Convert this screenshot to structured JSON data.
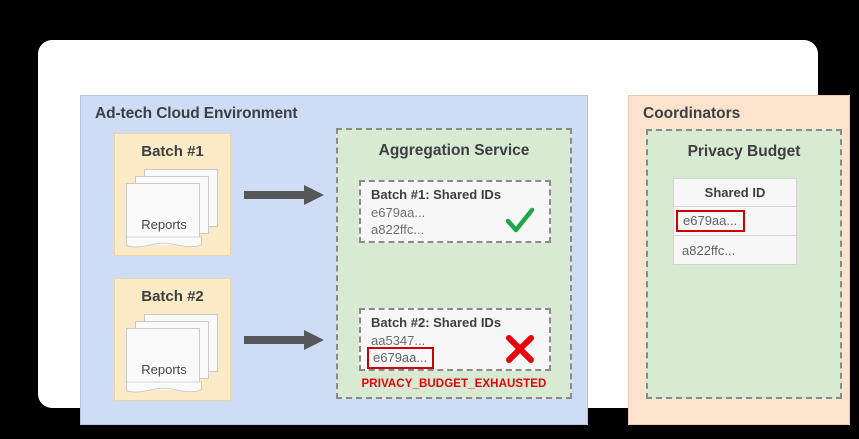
{
  "diagram": {
    "panels": {
      "adtech": {
        "title": "Ad-tech Cloud Environment",
        "color": "#cfdcf5",
        "batches": [
          {
            "title": "Batch #1",
            "doc_label": "Reports"
          },
          {
            "title": "Batch #2",
            "doc_label": "Reports"
          }
        ],
        "aggregation": {
          "title": "Aggregation Service",
          "color": "#d9ead3",
          "cards": [
            {
              "title": "Batch #1: Shared IDs",
              "id_first": "e679aa...",
              "id_second": "a822ffc...",
              "status_icon": "check-icon",
              "status_color": "#1fa64a"
            },
            {
              "title": "Batch #2: Shared IDs",
              "id_first": "aa5347...",
              "id_second": "e679aa...",
              "status_icon": "cross-icon",
              "status_color": "#e8000d"
            }
          ],
          "error_message": "PRIVACY_BUDGET_EXHAUSTED",
          "error_color": "#e8000d"
        }
      },
      "coordinators": {
        "title": "Coordinators",
        "color": "#fce3cd",
        "privacy_budget": {
          "title": "Privacy Budget",
          "color": "#d9ead3",
          "table": {
            "header": "Shared ID",
            "rows": [
              {
                "value": "e679aa...",
                "highlighted": true
              },
              {
                "value": "a822ffc...",
                "highlighted": false
              }
            ]
          }
        }
      }
    },
    "arrows": [
      {
        "name": "arrow-batch1-to-aggregation",
        "color": "#555759"
      },
      {
        "name": "arrow-batch2-to-aggregation",
        "color": "#555759"
      }
    ]
  }
}
